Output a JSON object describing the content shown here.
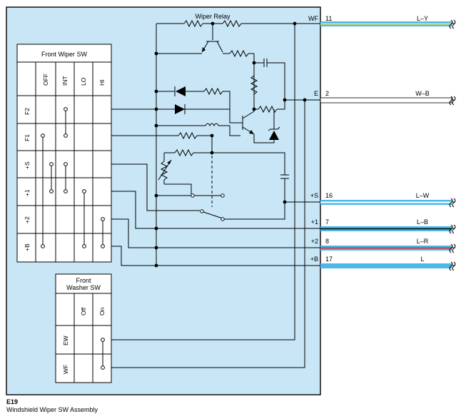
{
  "component": {
    "code": "E19",
    "name": "Windshield Wiper SW Assembly",
    "relay_label": "Wiper Relay"
  },
  "front_wiper_sw": {
    "title": "Front Wiper SW",
    "columns": [
      "OFF",
      "INT",
      "LO",
      "HI"
    ],
    "rows": [
      "F2",
      "F1",
      "+S",
      "+1",
      "+2",
      "+B"
    ]
  },
  "front_washer_sw": {
    "title_line1": "Front",
    "title_line2": "Washer SW",
    "columns": [
      "Off",
      "On"
    ],
    "rows": [
      "EW",
      "WF"
    ]
  },
  "terminals": [
    {
      "name": "WF",
      "pin": "11",
      "wire": "L–Y",
      "color": "#4db8e8",
      "stripe": "#f0e060"
    },
    {
      "name": "E",
      "pin": "2",
      "wire": "W–B",
      "color": "#ffffff",
      "stripe": ""
    },
    {
      "name": "+S",
      "pin": "16",
      "wire": "L–W",
      "color": "#4db8e8",
      "stripe": "#ffffff"
    },
    {
      "name": "+1",
      "pin": "7",
      "wire": "L–B",
      "color": "#4db8e8",
      "stripe": "#000000"
    },
    {
      "name": "+2",
      "pin": "8",
      "wire": "L–R",
      "color": "#4db8e8",
      "stripe": "#e03040"
    },
    {
      "name": "+B",
      "pin": "17",
      "wire": "L",
      "color": "#4db8e8",
      "stripe": ""
    }
  ],
  "colors": {
    "housing": "#c8e6f6",
    "wire_blue": "#4db8e8"
  }
}
